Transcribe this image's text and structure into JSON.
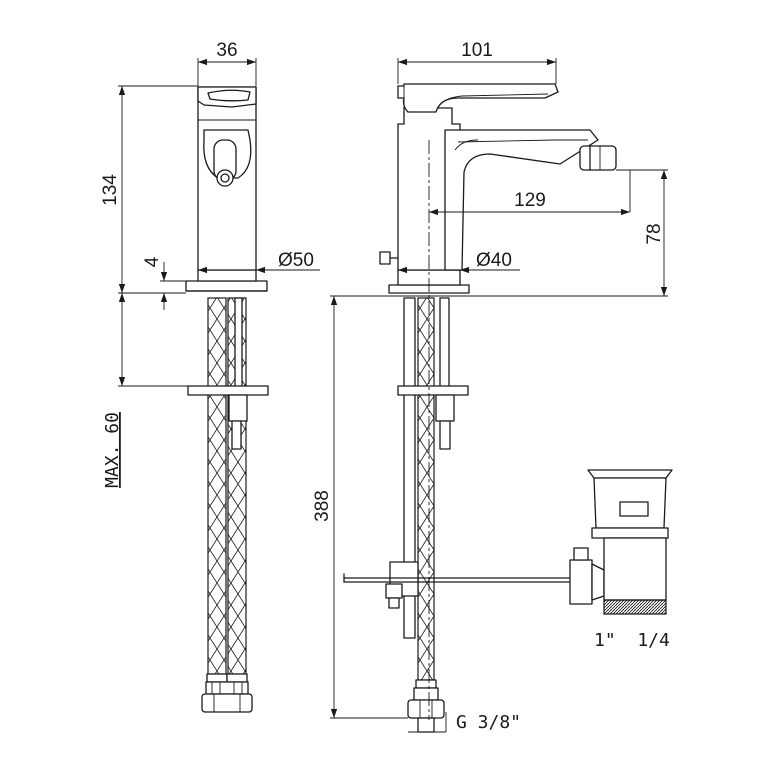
{
  "dimensions": {
    "side_width": "36",
    "front_width": "101",
    "body_height": "134",
    "base_thickness": "4",
    "base_diameter_side": "Ø50",
    "base_diameter_front": "Ø40",
    "spout_reach": "129",
    "spout_height": "78",
    "max_deck_thickness": "MAX. 60",
    "hose_length": "388",
    "waste_thread": "1\"  1/4",
    "hose_thread": "G 3/8\""
  }
}
